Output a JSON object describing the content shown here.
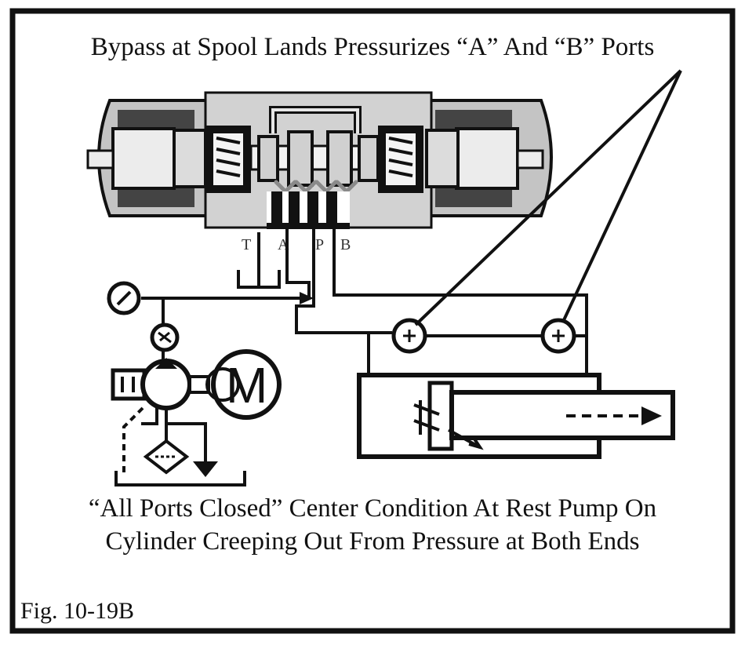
{
  "title": "Bypass at Spool Lands Pressurizes “A” And “B” Ports",
  "caption": {
    "line1": "“All Ports Closed” Center Condition At Rest Pump On",
    "line2": "Cylinder Creeping Out From Pressure at Both Ends"
  },
  "figure_label": "Fig. 10-19B",
  "ports": {
    "t": "T",
    "a": "A",
    "p": "P",
    "b": "B"
  },
  "motor_label": "M",
  "colors": {
    "stroke": "#111111",
    "valve_body": "#c8c8c8",
    "valve_dark": "#555555",
    "background": "#ffffff"
  }
}
